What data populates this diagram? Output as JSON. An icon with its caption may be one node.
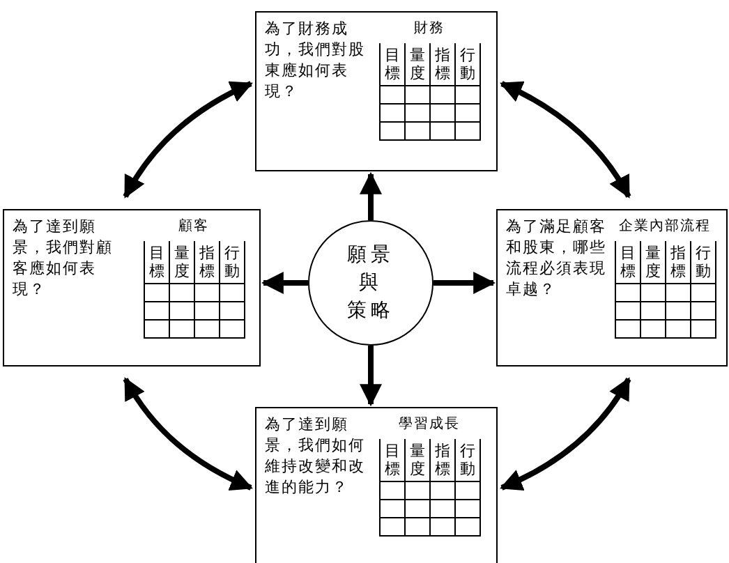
{
  "diagram": {
    "nodes": [
      {
        "text": [
          "為了財務成功，我們對股東應如何表現？",
          "財務",
          "目標",
          "量度",
          "指標",
          "行動"
        ]
      },
      {
        "text": [
          "為了達到願景，我們對顧客應如何表現？",
          "顧客",
          "目標",
          "量度",
          "指標",
          "行動"
        ]
      },
      {
        "text": [
          "願景",
          "與",
          "策略"
        ]
      },
      {
        "text": [
          "為了滿足顧客和股東，哪些流程必須表現卓越？",
          "企業內部流程",
          "目標",
          "量度",
          "指標",
          "行動"
        ]
      },
      {
        "text": [
          "為了達到願景，我們如何維持改變和改進的能力？",
          "學習成長",
          "目標",
          "量度",
          "指標",
          "行動"
        ]
      }
    ],
    "edges": [
      {
        "from": 2,
        "to": 0,
        "arrow": "to"
      },
      {
        "from": 2,
        "to": 1,
        "arrow": "to"
      },
      {
        "from": 2,
        "to": 3,
        "arrow": "to"
      },
      {
        "from": 2,
        "to": 4,
        "arrow": "to"
      },
      {
        "from": 1,
        "to": 0,
        "arrow": "both"
      },
      {
        "from": 0,
        "to": 3,
        "arrow": "both"
      },
      {
        "from": 3,
        "to": 4,
        "arrow": "both"
      },
      {
        "from": 4,
        "to": 1,
        "arrow": "both"
      }
    ]
  }
}
